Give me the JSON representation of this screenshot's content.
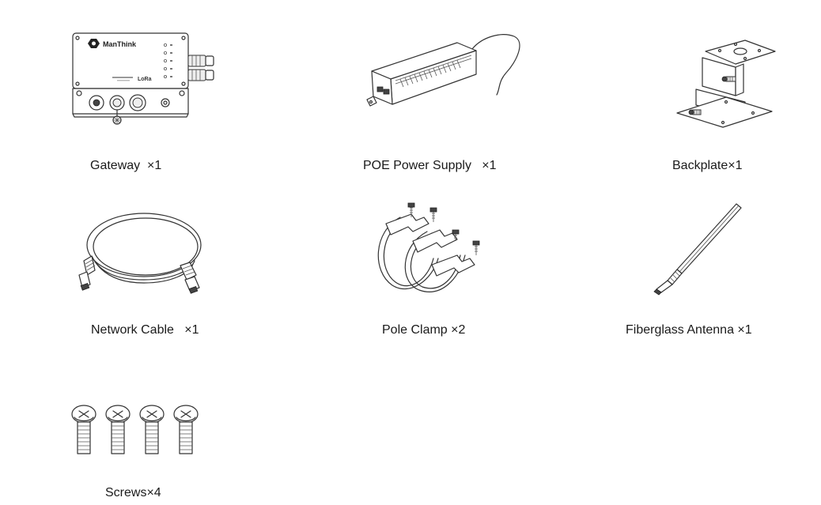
{
  "brand": {
    "name": "ManThink",
    "lora_mark": "LoRa"
  },
  "items": [
    {
      "id": "gateway",
      "label": "Gateway  ×1"
    },
    {
      "id": "poe",
      "label": "POE Power Supply   ×1"
    },
    {
      "id": "backplate",
      "label": "Backplate×1"
    },
    {
      "id": "cable",
      "label": "Network Cable   ×1"
    },
    {
      "id": "clamp",
      "label": "Pole Clamp ×2"
    },
    {
      "id": "antenna",
      "label": "Fiberglass Antenna ×1"
    },
    {
      "id": "screws",
      "label": "Screws×4"
    }
  ]
}
